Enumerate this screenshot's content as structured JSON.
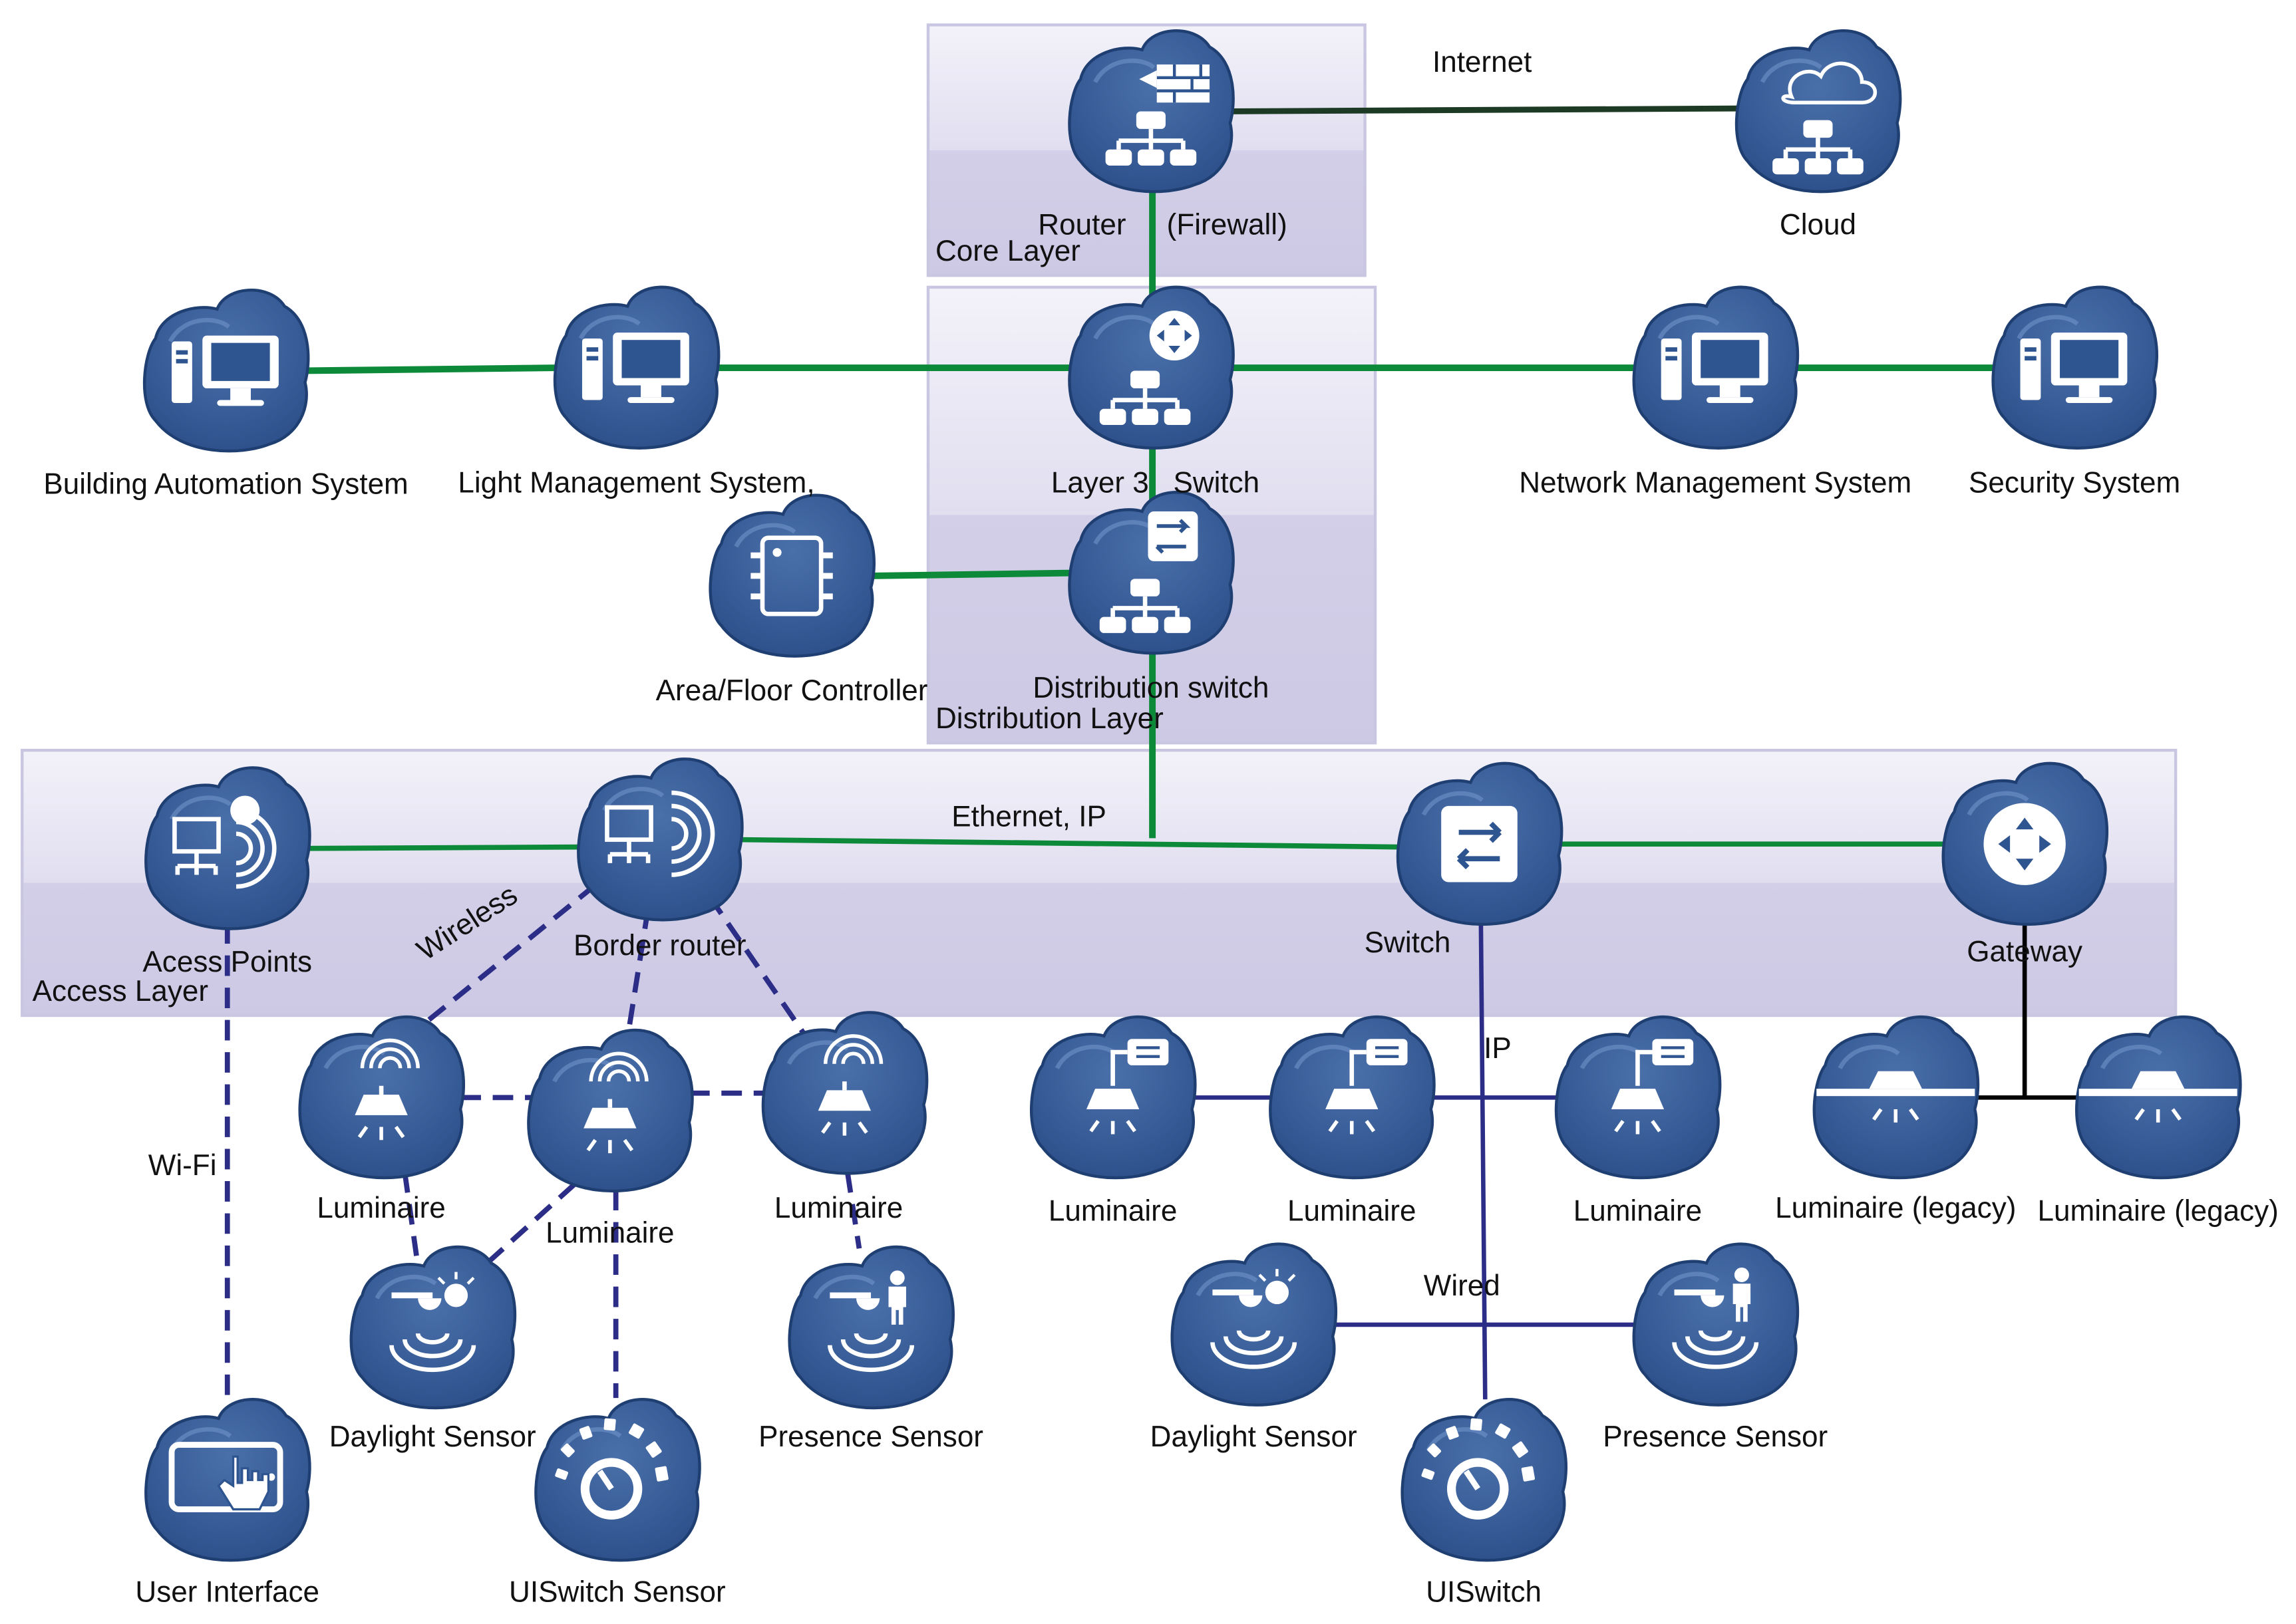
{
  "colors": {
    "node_fill": "#2f5590",
    "node_stroke": "#1f3f72",
    "node_highlight": "#4d74ad",
    "glyph": "#ffffff",
    "green_link": "#0c8a3a",
    "dark_link": "#1c3a24",
    "navy_link": "#2b2d86",
    "black_link": "#000000",
    "layer_fill_top": "#f1f0f8",
    "layer_fill_bottom": "#cfcbe6",
    "layer_stroke": "#c7c4e0"
  },
  "layers": [
    {
      "id": "core",
      "label": "Core Layer"
    },
    {
      "id": "distribution",
      "label": "Distribution Layer"
    },
    {
      "id": "access",
      "label": "Access Layer"
    }
  ],
  "nodes": [
    {
      "id": "router",
      "icon": "firewall-router-icon",
      "label": "Router     (Firewall)"
    },
    {
      "id": "cloud",
      "icon": "cloud-network-icon",
      "label": "Cloud"
    },
    {
      "id": "bas",
      "icon": "computer-icon",
      "label": "Building Automation System"
    },
    {
      "id": "lms",
      "icon": "computer-icon",
      "label": "Light Management System,"
    },
    {
      "id": "l3switch",
      "icon": "layer3-switch-icon",
      "label": "Layer 3   Switch"
    },
    {
      "id": "nms",
      "icon": "computer-icon",
      "label": "Network Management System"
    },
    {
      "id": "security",
      "icon": "computer-icon",
      "label": "Security System"
    },
    {
      "id": "afc",
      "icon": "chip-icon",
      "label": "Area/Floor Controller"
    },
    {
      "id": "dswitch",
      "icon": "distribution-switch-icon",
      "label": "Distribution switch"
    },
    {
      "id": "ap",
      "icon": "wifi-access-point-icon",
      "label": "Acess Points"
    },
    {
      "id": "border",
      "icon": "border-router-icon",
      "label": "Border router"
    },
    {
      "id": "switch",
      "icon": "switch-icon",
      "label": "Switch"
    },
    {
      "id": "gateway",
      "icon": "gateway-icon",
      "label": "Gateway"
    },
    {
      "id": "wlum1",
      "icon": "wireless-luminaire-icon",
      "label": "Luminaire"
    },
    {
      "id": "wlum2",
      "icon": "wireless-luminaire-icon",
      "label": "Luminaire"
    },
    {
      "id": "wlum3",
      "icon": "wireless-luminaire-icon",
      "label": "Luminaire"
    },
    {
      "id": "elum1",
      "icon": "wired-luminaire-icon",
      "label": "Luminaire"
    },
    {
      "id": "elum2",
      "icon": "wired-luminaire-icon",
      "label": "Luminaire"
    },
    {
      "id": "elum3",
      "icon": "wired-luminaire-icon",
      "label": "Luminaire"
    },
    {
      "id": "legacy1",
      "icon": "legacy-luminaire-icon",
      "label": "Luminaire (legacy)"
    },
    {
      "id": "legacy2",
      "icon": "legacy-luminaire-icon",
      "label": "Luminaire (legacy)"
    },
    {
      "id": "dsens1",
      "icon": "daylight-sensor-icon",
      "label": "Daylight Sensor"
    },
    {
      "id": "psens1",
      "icon": "presence-sensor-icon",
      "label": "Presence Sensor"
    },
    {
      "id": "dsens2",
      "icon": "daylight-sensor-icon",
      "label": "Daylight Sensor"
    },
    {
      "id": "psens2",
      "icon": "presence-sensor-icon",
      "label": "Presence Sensor"
    },
    {
      "id": "ui",
      "icon": "touch-tablet-icon",
      "label": "User Interface"
    },
    {
      "id": "uisensor",
      "icon": "dial-icon",
      "label": "UISwitch Sensor"
    },
    {
      "id": "uiswitch",
      "icon": "dial-icon",
      "label": "UISwitch"
    }
  ],
  "edges": [
    {
      "from": "router",
      "to": "cloud",
      "style": "dark"
    },
    {
      "from": "router",
      "to": "l3switch",
      "style": "green"
    },
    {
      "from": "bas",
      "to": "lms",
      "style": "green"
    },
    {
      "from": "lms",
      "to": "l3switch",
      "style": "green"
    },
    {
      "from": "l3switch",
      "to": "nms",
      "style": "green"
    },
    {
      "from": "nms",
      "to": "security",
      "style": "green"
    },
    {
      "from": "l3switch",
      "to": "dswitch",
      "style": "green"
    },
    {
      "from": "afc",
      "to": "dswitch",
      "style": "green"
    },
    {
      "from": "dswitch",
      "to": "ethernet-bus",
      "style": "green"
    },
    {
      "from": "ap",
      "to": "border",
      "style": "green"
    },
    {
      "from": "border",
      "to": "switch",
      "style": "green"
    },
    {
      "from": "switch",
      "to": "gateway",
      "style": "green"
    },
    {
      "from": "border",
      "to": "wlum1",
      "style": "navy-dashed"
    },
    {
      "from": "border",
      "to": "wlum2",
      "style": "navy-dashed"
    },
    {
      "from": "border",
      "to": "wlum3",
      "style": "navy-dashed"
    },
    {
      "from": "wlum1",
      "to": "wlum2",
      "style": "navy-dashed"
    },
    {
      "from": "wlum2",
      "to": "wlum3",
      "style": "navy-dashed"
    },
    {
      "from": "wlum1",
      "to": "dsens1",
      "style": "navy-dashed"
    },
    {
      "from": "wlum2",
      "to": "dsens1",
      "style": "navy-dashed"
    },
    {
      "from": "wlum2",
      "to": "uisensor",
      "style": "navy-dashed"
    },
    {
      "from": "wlum3",
      "to": "psens1",
      "style": "navy-dashed"
    },
    {
      "from": "ap",
      "to": "ui",
      "style": "navy-dashed"
    },
    {
      "from": "elum1",
      "to": "elum3",
      "style": "navy"
    },
    {
      "from": "switch",
      "to": "uiswitch",
      "style": "navy"
    },
    {
      "from": "dsens2",
      "to": "psens2",
      "style": "navy"
    },
    {
      "from": "gateway",
      "to": "legacy-bus",
      "style": "black"
    },
    {
      "from": "legacy1",
      "to": "legacy2",
      "style": "black"
    }
  ],
  "link_labels": {
    "internet": "Internet",
    "ethernet_ip": "Ethernet, IP",
    "wireless": "Wireless",
    "wifi": "Wi-Fi",
    "ip": "IP",
    "wired": "Wired"
  }
}
